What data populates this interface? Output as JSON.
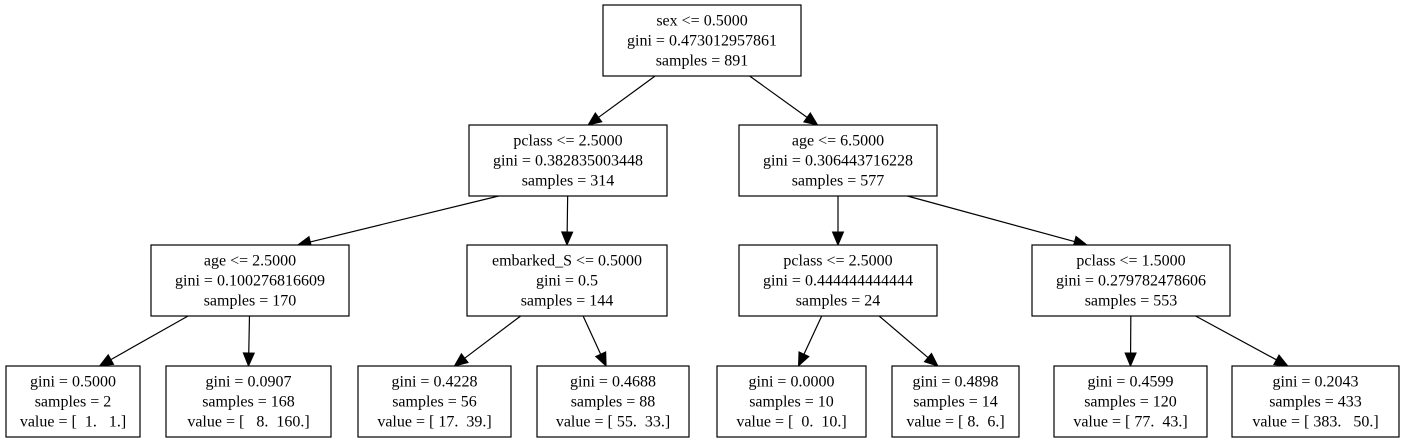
{
  "tree": {
    "nodes": [
      {
        "id": "n0",
        "lines": [
          "sex <= 0.5000",
          "gini = 0.473012957861",
          "samples = 891"
        ]
      },
      {
        "id": "n1",
        "lines": [
          "pclass <= 2.5000",
          "gini = 0.382835003448",
          "samples = 314"
        ]
      },
      {
        "id": "n2",
        "lines": [
          "age <= 6.5000",
          "gini = 0.306443716228",
          "samples = 577"
        ]
      },
      {
        "id": "n3",
        "lines": [
          "age <= 2.5000",
          "gini = 0.100276816609",
          "samples = 170"
        ]
      },
      {
        "id": "n4",
        "lines": [
          "embarked_S <= 0.5000",
          "gini = 0.5",
          "samples = 144"
        ]
      },
      {
        "id": "n5",
        "lines": [
          "pclass <= 2.5000",
          "gini = 0.444444444444",
          "samples = 24"
        ]
      },
      {
        "id": "n6",
        "lines": [
          "pclass <= 1.5000",
          "gini = 0.279782478606",
          "samples = 553"
        ]
      },
      {
        "id": "n7",
        "lines": [
          "gini = 0.5000",
          "samples = 2",
          "value = [  1.   1.]"
        ]
      },
      {
        "id": "n8",
        "lines": [
          "gini = 0.0907",
          "samples = 168",
          "value = [   8.  160.]"
        ]
      },
      {
        "id": "n9",
        "lines": [
          "gini = 0.4228",
          "samples = 56",
          "value = [ 17.  39.]"
        ]
      },
      {
        "id": "n10",
        "lines": [
          "gini = 0.4688",
          "samples = 88",
          "value = [ 55.  33.]"
        ]
      },
      {
        "id": "n11",
        "lines": [
          "gini = 0.0000",
          "samples = 10",
          "value = [  0.  10.]"
        ]
      },
      {
        "id": "n12",
        "lines": [
          "gini = 0.4898",
          "samples = 14",
          "value = [ 8.  6.]"
        ]
      },
      {
        "id": "n13",
        "lines": [
          "gini = 0.4599",
          "samples = 120",
          "value = [ 77.  43.]"
        ]
      },
      {
        "id": "n14",
        "lines": [
          "gini = 0.2043",
          "samples = 433",
          "value = [ 383.   50.]"
        ]
      }
    ],
    "edges": [
      [
        "n0",
        "n1"
      ],
      [
        "n0",
        "n2"
      ],
      [
        "n1",
        "n3"
      ],
      [
        "n1",
        "n4"
      ],
      [
        "n2",
        "n5"
      ],
      [
        "n2",
        "n6"
      ],
      [
        "n3",
        "n7"
      ],
      [
        "n3",
        "n8"
      ],
      [
        "n4",
        "n9"
      ],
      [
        "n4",
        "n10"
      ],
      [
        "n5",
        "n11"
      ],
      [
        "n5",
        "n12"
      ],
      [
        "n6",
        "n13"
      ],
      [
        "n6",
        "n14"
      ]
    ]
  }
}
